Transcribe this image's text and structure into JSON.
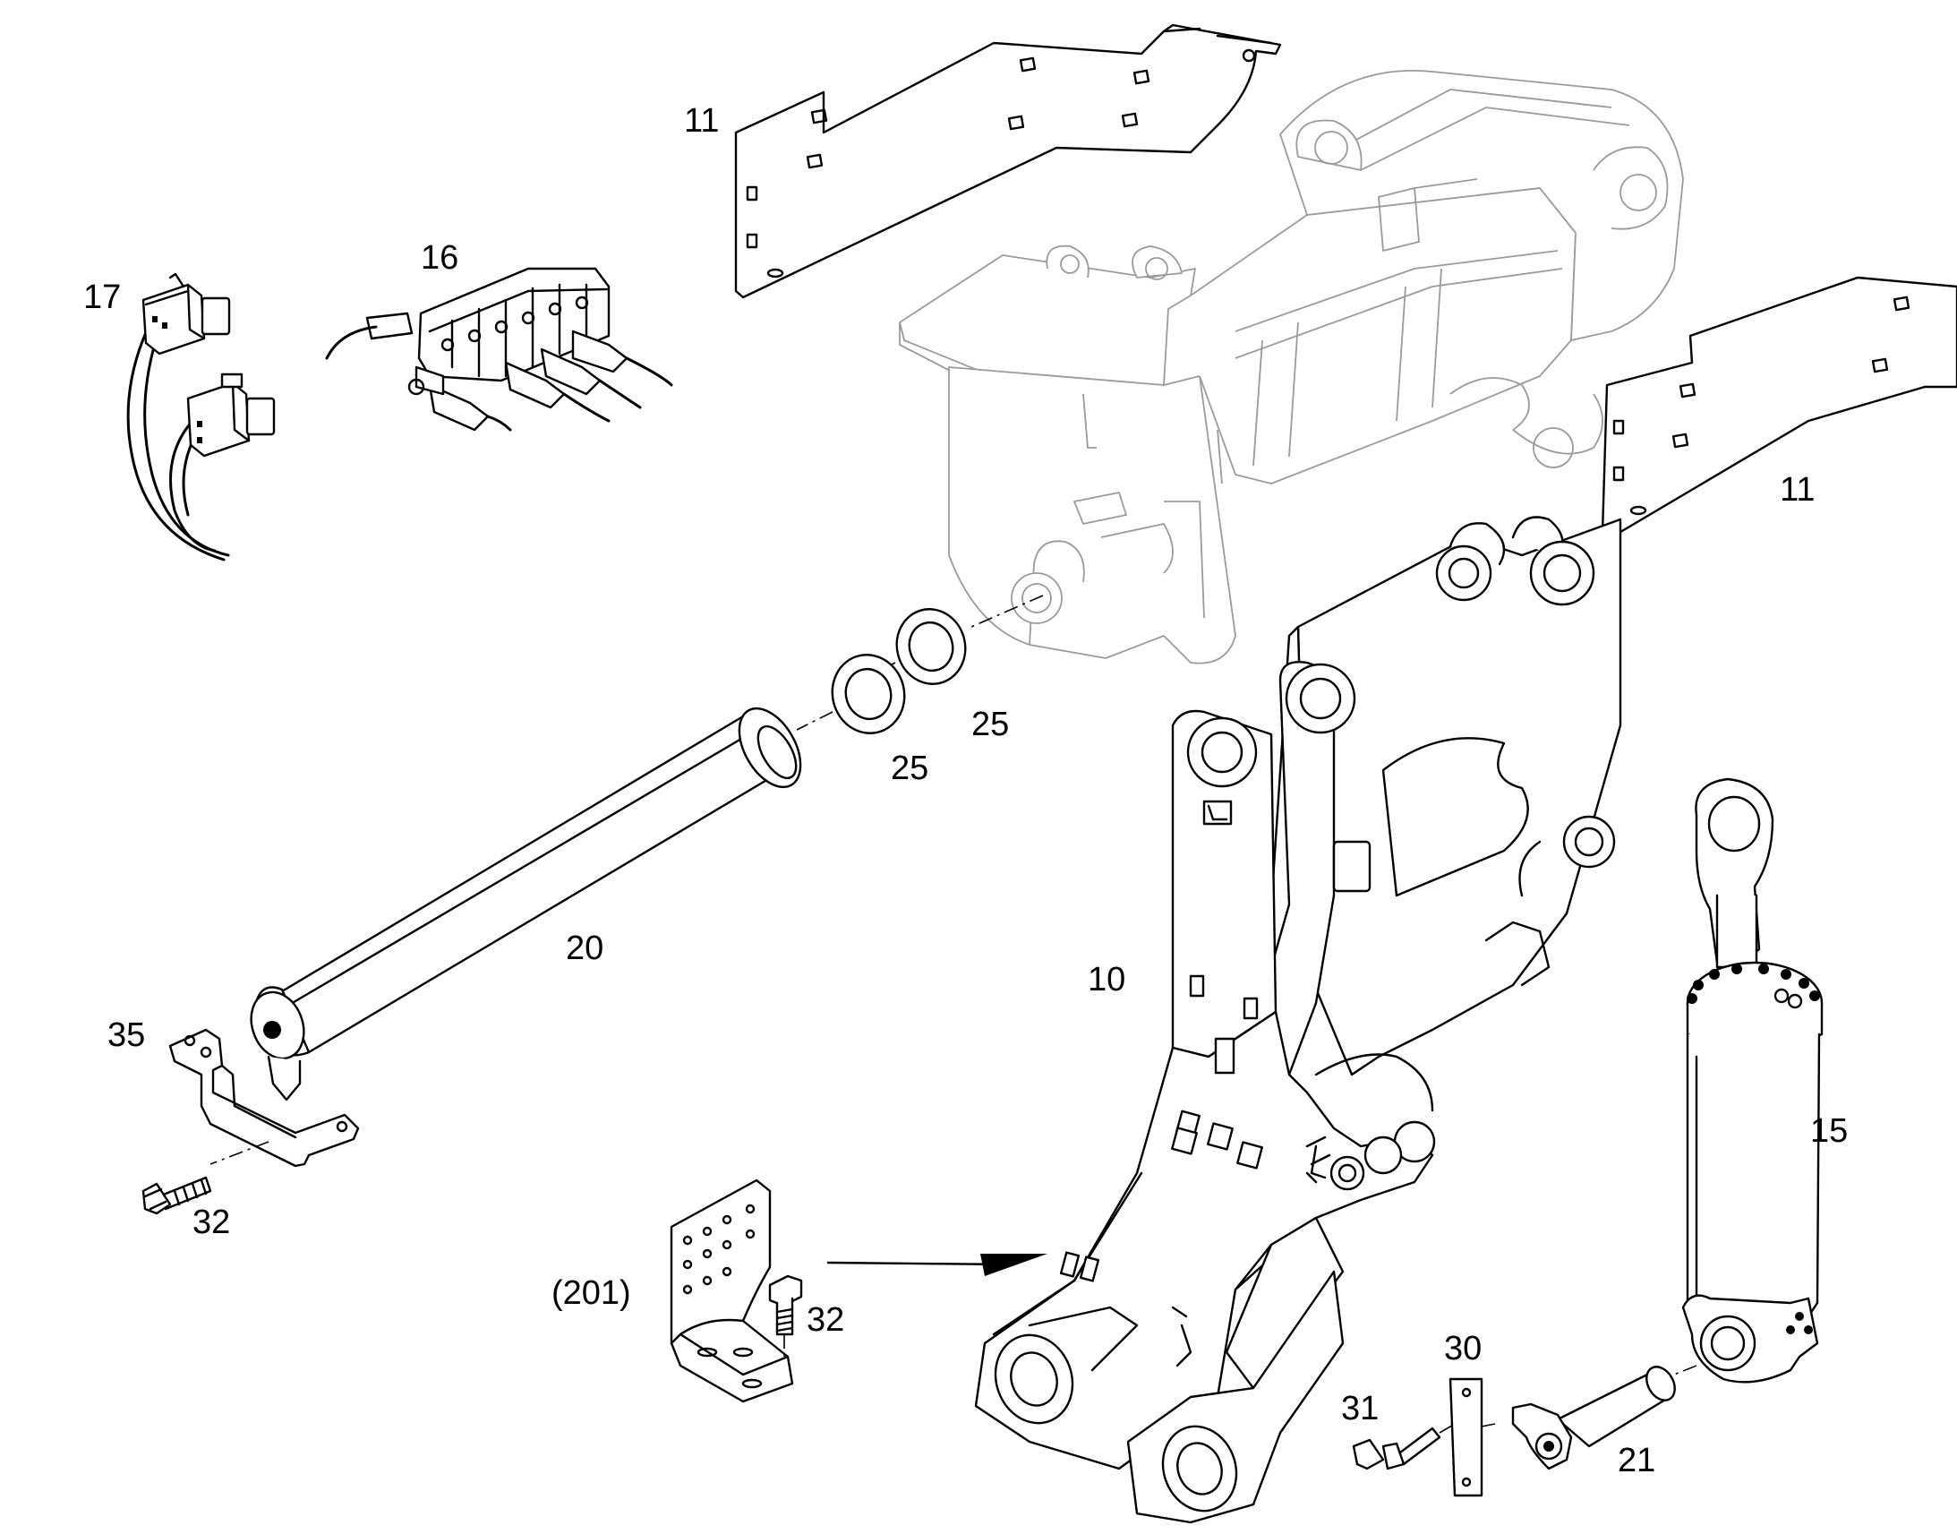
{
  "diagram": {
    "callouts": {
      "c10": "10",
      "c11a": "11",
      "c11b": "11",
      "c15": "15",
      "c16": "16",
      "c17": "17",
      "c20": "20",
      "c21": "21",
      "c25a": "25",
      "c25b": "25",
      "c30": "30",
      "c31": "31",
      "c32a": "32",
      "c32b": "32",
      "c35": "35",
      "c201": "(201)"
    }
  }
}
